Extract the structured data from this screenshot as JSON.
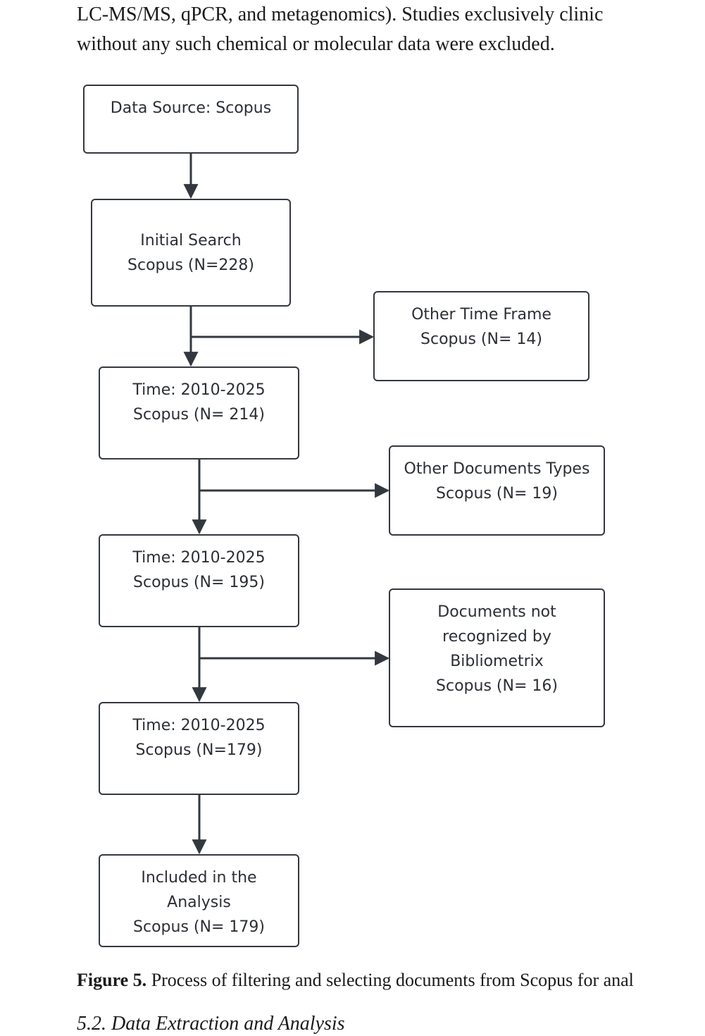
{
  "text": {
    "line1": "LC-MS/MS, qPCR, and metagenomics). Studies exclusively clinic",
    "line2": "without any such chemical or molecular data were excluded."
  },
  "flowchart": {
    "source": "Data Source: Scopus",
    "initial": [
      "Initial Search",
      "Scopus (N=228)"
    ],
    "time1": [
      "Time: 2010-2025",
      "Scopus (N= 214)"
    ],
    "time2": [
      "Time: 2010-2025",
      "Scopus (N= 195)"
    ],
    "time3": [
      "Time: 2010-2025",
      "Scopus (N=179)"
    ],
    "included": [
      "Included in the",
      "Analysis",
      "Scopus (N= 179)"
    ],
    "excl_timeframe": [
      "Other Time Frame",
      "Scopus (N= 14)"
    ],
    "excl_doctypes": [
      "Other Documents Types",
      "Scopus (N= 19)"
    ],
    "excl_bibliometrix": [
      "Documents not",
      "recognized by",
      "Bibliometrix",
      "Scopus (N= 16)"
    ]
  },
  "caption": {
    "label": "Figure 5.",
    "text": " Process of filtering and selecting documents from Scopus for anal"
  },
  "subsection": "5.2. Data Extraction and Analysis",
  "colors": {
    "stroke": "#33383f",
    "text": "#2b2f35"
  }
}
